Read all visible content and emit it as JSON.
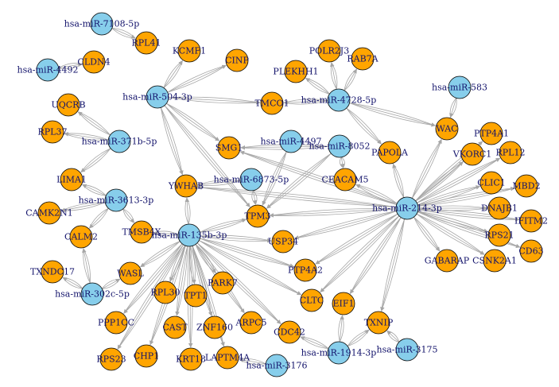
{
  "colors": {
    "mirna": "#87ceeb",
    "gene": "#ffa500",
    "node_stroke": "#000000",
    "edge": "#a6a6a6",
    "label": "#13136b",
    "background": "#ffffff"
  },
  "nodes": [
    {
      "id": "hsa-miR-7108-5p",
      "type": "mirna"
    },
    {
      "id": "hsa-miR-4492",
      "type": "mirna"
    },
    {
      "id": "hsa-miR-504-3p",
      "type": "mirna"
    },
    {
      "id": "hsa-miR-371b-5p",
      "type": "mirna"
    },
    {
      "id": "hsa-miR-3613-3p",
      "type": "mirna"
    },
    {
      "id": "hsa-miR-135b-3p",
      "type": "mirna"
    },
    {
      "id": "hsa-miR-302c-5p",
      "type": "mirna"
    },
    {
      "id": "hsa-miR-4728-5p",
      "type": "mirna"
    },
    {
      "id": "hsa-miR-583",
      "type": "mirna"
    },
    {
      "id": "hsa-miR-4497",
      "type": "mirna"
    },
    {
      "id": "hsa-miR-8052",
      "type": "mirna"
    },
    {
      "id": "hsa-miR-6873-5p",
      "type": "mirna"
    },
    {
      "id": "hsa-miR-214-3p",
      "type": "mirna"
    },
    {
      "id": "hsa-miR-1914-3p",
      "type": "mirna"
    },
    {
      "id": "hsa-miR-3175",
      "type": "mirna"
    },
    {
      "id": "hsa-miR-3176",
      "type": "mirna"
    },
    {
      "id": "RPL41",
      "type": "gene"
    },
    {
      "id": "CLDN4",
      "type": "gene"
    },
    {
      "id": "KCMF1",
      "type": "gene"
    },
    {
      "id": "CINP",
      "type": "gene"
    },
    {
      "id": "POLR2J3",
      "type": "gene"
    },
    {
      "id": "RAB7A",
      "type": "gene"
    },
    {
      "id": "PLEKHH1",
      "type": "gene"
    },
    {
      "id": "UQCRB",
      "type": "gene"
    },
    {
      "id": "TMCO1",
      "type": "gene"
    },
    {
      "id": "RPL37",
      "type": "gene"
    },
    {
      "id": "SMG1",
      "type": "gene"
    },
    {
      "id": "WAC",
      "type": "gene"
    },
    {
      "id": "PTP4A1",
      "type": "gene"
    },
    {
      "id": "VKORC1",
      "type": "gene"
    },
    {
      "id": "RPL12",
      "type": "gene"
    },
    {
      "id": "PAPOLA",
      "type": "gene"
    },
    {
      "id": "LIMA1",
      "type": "gene"
    },
    {
      "id": "YWHAB",
      "type": "gene"
    },
    {
      "id": "CEACAM5",
      "type": "gene"
    },
    {
      "id": "CLIC1",
      "type": "gene"
    },
    {
      "id": "MBD2",
      "type": "gene"
    },
    {
      "id": "CAMK2N1",
      "type": "gene"
    },
    {
      "id": "DNAJB1",
      "type": "gene"
    },
    {
      "id": "TPM3",
      "type": "gene"
    },
    {
      "id": "TMSB4X",
      "type": "gene"
    },
    {
      "id": "IFITM2",
      "type": "gene"
    },
    {
      "id": "CALM2",
      "type": "gene"
    },
    {
      "id": "RPS21",
      "type": "gene"
    },
    {
      "id": "CD63",
      "type": "gene"
    },
    {
      "id": "USP34",
      "type": "gene"
    },
    {
      "id": "GABARAP",
      "type": "gene"
    },
    {
      "id": "CSNK2A1",
      "type": "gene"
    },
    {
      "id": "TXNDC17",
      "type": "gene"
    },
    {
      "id": "PTP4A2",
      "type": "gene"
    },
    {
      "id": "WASL",
      "type": "gene"
    },
    {
      "id": "PARK7",
      "type": "gene"
    },
    {
      "id": "RPL30",
      "type": "gene"
    },
    {
      "id": "TPT1",
      "type": "gene"
    },
    {
      "id": "CLTC",
      "type": "gene"
    },
    {
      "id": "EIF1",
      "type": "gene"
    },
    {
      "id": "PPP1CC",
      "type": "gene"
    },
    {
      "id": "TXNIP",
      "type": "gene"
    },
    {
      "id": "CAST",
      "type": "gene"
    },
    {
      "id": "ZNF160",
      "type": "gene"
    },
    {
      "id": "ARPC5",
      "type": "gene"
    },
    {
      "id": "CDC42",
      "type": "gene"
    },
    {
      "id": "RPS23",
      "type": "gene"
    },
    {
      "id": "CHP1",
      "type": "gene"
    },
    {
      "id": "KRT18",
      "type": "gene"
    },
    {
      "id": "LAPTM4A",
      "type": "gene"
    }
  ],
  "edges": [
    [
      "hsa-miR-7108-5p",
      "RPL41"
    ],
    [
      "hsa-miR-4492",
      "CLDN4"
    ],
    [
      "hsa-miR-504-3p",
      "KCMF1"
    ],
    [
      "hsa-miR-504-3p",
      "CINP"
    ],
    [
      "hsa-miR-504-3p",
      "TMCO1"
    ],
    [
      "hsa-miR-504-3p",
      "SMG1"
    ],
    [
      "hsa-miR-504-3p",
      "YWHAB"
    ],
    [
      "hsa-miR-504-3p",
      "TPM3"
    ],
    [
      "hsa-miR-371b-5p",
      "UQCRB"
    ],
    [
      "hsa-miR-371b-5p",
      "RPL37"
    ],
    [
      "hsa-miR-371b-5p",
      "LIMA1"
    ],
    [
      "hsa-miR-3613-3p",
      "LIMA1"
    ],
    [
      "hsa-miR-3613-3p",
      "CAMK2N1"
    ],
    [
      "hsa-miR-3613-3p",
      "CALM2"
    ],
    [
      "hsa-miR-3613-3p",
      "TMSB4X"
    ],
    [
      "hsa-miR-302c-5p",
      "CALM2"
    ],
    [
      "hsa-miR-302c-5p",
      "TXNDC17"
    ],
    [
      "hsa-miR-302c-5p",
      "WASL"
    ],
    [
      "hsa-miR-135b-3p",
      "YWHAB"
    ],
    [
      "hsa-miR-135b-3p",
      "TMSB4X"
    ],
    [
      "hsa-miR-135b-3p",
      "TPM3"
    ],
    [
      "hsa-miR-135b-3p",
      "USP34"
    ],
    [
      "hsa-miR-135b-3p",
      "PTP4A2"
    ],
    [
      "hsa-miR-135b-3p",
      "WASL"
    ],
    [
      "hsa-miR-135b-3p",
      "PARK7"
    ],
    [
      "hsa-miR-135b-3p",
      "RPL30"
    ],
    [
      "hsa-miR-135b-3p",
      "TPT1"
    ],
    [
      "hsa-miR-135b-3p",
      "CLTC"
    ],
    [
      "hsa-miR-135b-3p",
      "PPP1CC"
    ],
    [
      "hsa-miR-135b-3p",
      "CAST"
    ],
    [
      "hsa-miR-135b-3p",
      "ZNF160"
    ],
    [
      "hsa-miR-135b-3p",
      "ARPC5"
    ],
    [
      "hsa-miR-135b-3p",
      "CDC42"
    ],
    [
      "hsa-miR-135b-3p",
      "RPS23"
    ],
    [
      "hsa-miR-135b-3p",
      "CHP1"
    ],
    [
      "hsa-miR-135b-3p",
      "KRT18"
    ],
    [
      "hsa-miR-135b-3p",
      "LAPTM4A"
    ],
    [
      "hsa-miR-4728-5p",
      "POLR2J3"
    ],
    [
      "hsa-miR-4728-5p",
      "RAB7A"
    ],
    [
      "hsa-miR-4728-5p",
      "PLEKHH1"
    ],
    [
      "hsa-miR-4728-5p",
      "TMCO1"
    ],
    [
      "hsa-miR-4728-5p",
      "WAC"
    ],
    [
      "hsa-miR-4728-5p",
      "PAPOLA"
    ],
    [
      "hsa-miR-583",
      "WAC"
    ],
    [
      "hsa-miR-4497",
      "TPM3"
    ],
    [
      "hsa-miR-8052",
      "TPM3"
    ],
    [
      "hsa-miR-8052",
      "SMG1"
    ],
    [
      "hsa-miR-8052",
      "CEACAM5"
    ],
    [
      "hsa-miR-6873-5p",
      "TPM3"
    ],
    [
      "hsa-miR-6873-5p",
      "YWHAB"
    ],
    [
      "hsa-miR-214-3p",
      "TPM3"
    ],
    [
      "hsa-miR-214-3p",
      "SMG1"
    ],
    [
      "hsa-miR-214-3p",
      "WAC"
    ],
    [
      "hsa-miR-214-3p",
      "PAPOLA"
    ],
    [
      "hsa-miR-214-3p",
      "VKORC1"
    ],
    [
      "hsa-miR-214-3p",
      "PTP4A1"
    ],
    [
      "hsa-miR-214-3p",
      "RPL12"
    ],
    [
      "hsa-miR-214-3p",
      "CLIC1"
    ],
    [
      "hsa-miR-214-3p",
      "MBD2"
    ],
    [
      "hsa-miR-214-3p",
      "DNAJB1"
    ],
    [
      "hsa-miR-214-3p",
      "IFITM2"
    ],
    [
      "hsa-miR-214-3p",
      "RPS21"
    ],
    [
      "hsa-miR-214-3p",
      "CD63"
    ],
    [
      "hsa-miR-214-3p",
      "GABARAP"
    ],
    [
      "hsa-miR-214-3p",
      "CSNK2A1"
    ],
    [
      "hsa-miR-214-3p",
      "CEACAM5"
    ],
    [
      "hsa-miR-214-3p",
      "USP34"
    ],
    [
      "hsa-miR-214-3p",
      "PTP4A2"
    ],
    [
      "hsa-miR-214-3p",
      "CLTC"
    ],
    [
      "hsa-miR-214-3p",
      "EIF1"
    ],
    [
      "hsa-miR-214-3p",
      "TXNIP"
    ],
    [
      "hsa-miR-214-3p",
      "YWHAB"
    ],
    [
      "hsa-miR-1914-3p",
      "EIF1"
    ],
    [
      "hsa-miR-1914-3p",
      "TXNIP"
    ],
    [
      "hsa-miR-1914-3p",
      "CDC42"
    ],
    [
      "hsa-miR-3175",
      "TXNIP"
    ],
    [
      "hsa-miR-3176",
      "LAPTM4A"
    ]
  ]
}
